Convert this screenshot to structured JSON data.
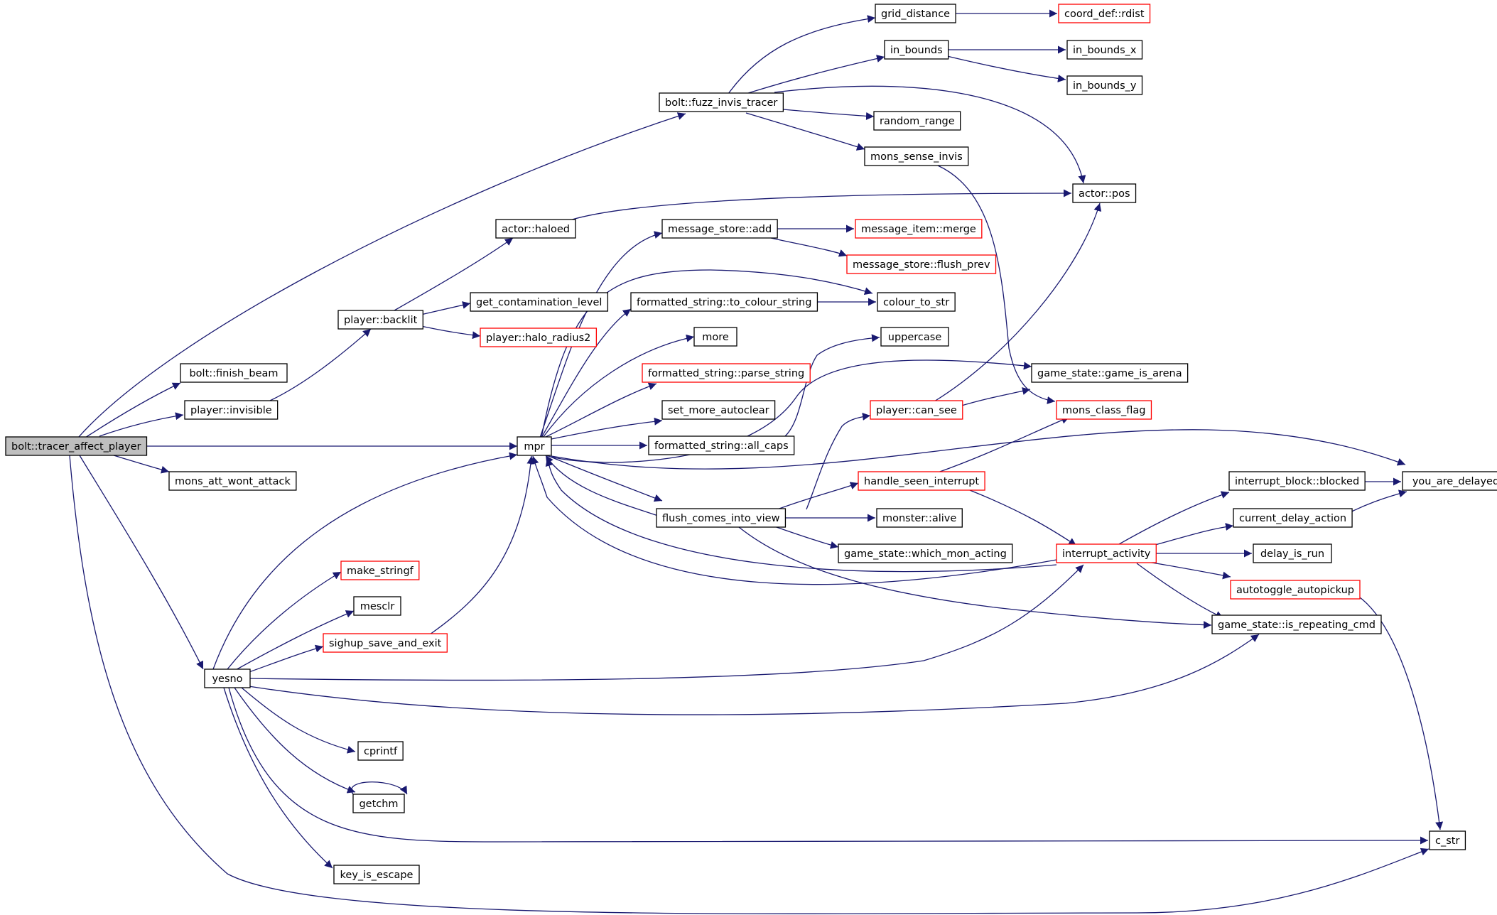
{
  "colors": {
    "edge": "#191970",
    "node_border": "#000000",
    "node_border_truncated": "#ff0000",
    "root_fill": "#bfbfbf",
    "node_fill": "#ffffff"
  },
  "nodes": [
    {
      "id": "root",
      "label": "bolt::tracer_affect_player",
      "root": true
    },
    {
      "id": "fuzz",
      "label": "bolt::fuzz_invis_tracer"
    },
    {
      "id": "finish",
      "label": "bolt::finish_beam"
    },
    {
      "id": "invisible",
      "label": "player::invisible"
    },
    {
      "id": "mpr",
      "label": "mpr"
    },
    {
      "id": "wontattack",
      "label": "mons_att_wont_attack"
    },
    {
      "id": "yesno",
      "label": "yesno"
    },
    {
      "id": "cstr",
      "label": "c_str"
    },
    {
      "id": "backlit",
      "label": "player::backlit"
    },
    {
      "id": "haloed",
      "label": "actor::haloed"
    },
    {
      "id": "contam",
      "label": "get_contamination_level"
    },
    {
      "id": "halo2",
      "label": "player::halo_radius2",
      "truncated": true
    },
    {
      "id": "msadd",
      "label": "message_store::add"
    },
    {
      "id": "tocolour",
      "label": "formatted_string::to_colour_string"
    },
    {
      "id": "more",
      "label": "more"
    },
    {
      "id": "parse",
      "label": "formatted_string::parse_string",
      "truncated": true
    },
    {
      "id": "setmore",
      "label": "set_more_autoclear"
    },
    {
      "id": "allcaps",
      "label": "formatted_string::all_caps"
    },
    {
      "id": "flushview",
      "label": "flush_comes_into_view"
    },
    {
      "id": "gridd",
      "label": "grid_distance"
    },
    {
      "id": "inbounds",
      "label": "in_bounds"
    },
    {
      "id": "randr",
      "label": "random_range"
    },
    {
      "id": "senseinv",
      "label": "mons_sense_invis"
    },
    {
      "id": "rdist",
      "label": "coord_def::rdist",
      "truncated": true
    },
    {
      "id": "inbx",
      "label": "in_bounds_x"
    },
    {
      "id": "inby",
      "label": "in_bounds_y"
    },
    {
      "id": "pos",
      "label": "actor::pos"
    },
    {
      "id": "merge",
      "label": "message_item::merge",
      "truncated": true
    },
    {
      "id": "flushprev",
      "label": "message_store::flush_prev",
      "truncated": true
    },
    {
      "id": "colstr",
      "label": "colour_to_str"
    },
    {
      "id": "upper",
      "label": "uppercase"
    },
    {
      "id": "arena",
      "label": "game_state::game_is_arena"
    },
    {
      "id": "cansee",
      "label": "player::can_see",
      "truncated": true
    },
    {
      "id": "classflag",
      "label": "mons_class_flag",
      "truncated": true
    },
    {
      "id": "seenint",
      "label": "handle_seen_interrupt",
      "truncated": true
    },
    {
      "id": "alive",
      "label": "monster::alive"
    },
    {
      "id": "whichmon",
      "label": "game_state::which_mon_acting"
    },
    {
      "id": "intact",
      "label": "interrupt_activity",
      "truncated": true
    },
    {
      "id": "blocked",
      "label": "interrupt_block::blocked"
    },
    {
      "id": "curdelay",
      "label": "current_delay_action"
    },
    {
      "id": "delayrun",
      "label": "delay_is_run"
    },
    {
      "id": "autopick",
      "label": "autotoggle_autopickup",
      "truncated": true
    },
    {
      "id": "repeat",
      "label": "game_state::is_repeating_cmd"
    },
    {
      "id": "delayed",
      "label": "you_are_delayed"
    },
    {
      "id": "mkstr",
      "label": "make_stringf",
      "truncated": true
    },
    {
      "id": "mesclr",
      "label": "mesclr"
    },
    {
      "id": "sighup",
      "label": "sighup_save_and_exit",
      "truncated": true
    },
    {
      "id": "cprintf",
      "label": "cprintf"
    },
    {
      "id": "getchm",
      "label": "getchm"
    },
    {
      "id": "keyesc",
      "label": "key_is_escape"
    }
  ]
}
